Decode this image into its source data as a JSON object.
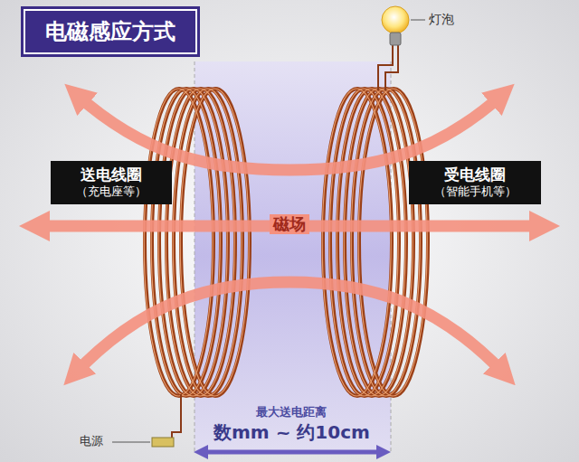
{
  "diagram": {
    "title": "电磁感应方式",
    "nodes": [
      {
        "text": [
          "送电线圈",
          "（充电座等）"
        ]
      },
      {
        "text": [
          "受电线圈",
          "（智能手机等）"
        ]
      }
    ],
    "labels": [
      "灯泡",
      "磁场",
      "电源",
      "最大送电距离",
      "数mm ~ 约10cm"
    ]
  }
}
